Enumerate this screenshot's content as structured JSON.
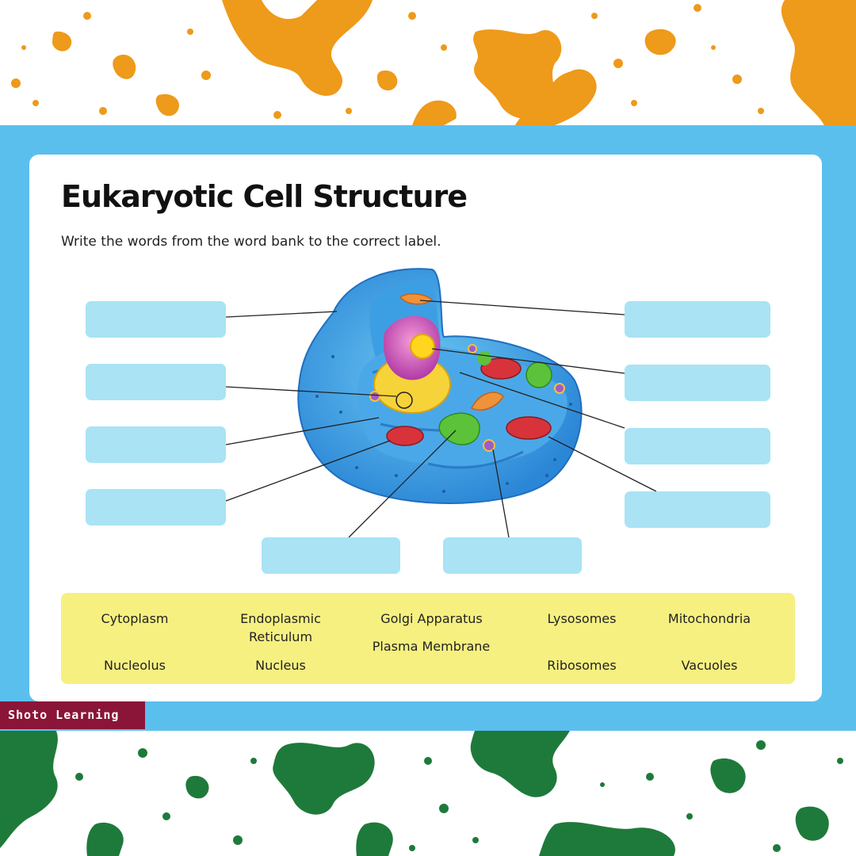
{
  "worksheet": {
    "title": "Eukaryotic Cell Structure",
    "instructions": "Write the words from the word bank to the correct label."
  },
  "label_boxes": {
    "left": [
      "",
      "",
      "",
      ""
    ],
    "right": [
      "",
      "",
      "",
      ""
    ],
    "bottom": [
      "",
      ""
    ]
  },
  "word_bank": {
    "row1": [
      "Cytoplasm",
      "Endoplasmic Reticulum",
      "Golgi Apparatus",
      "Lysosomes",
      "Mitochondria"
    ],
    "row2": [
      "Nucleolus",
      "Nucleus",
      "Plasma Membrane",
      "Ribosomes",
      "Vacuoles"
    ]
  },
  "branding": {
    "text": "Shoto Learning"
  },
  "colors": {
    "band": "#5bbfee",
    "label_box": "#a9e3f4",
    "word_bank": "#f6f081",
    "splatter_top": "#ee9a1a",
    "splatter_bottom": "#1e7a3a",
    "brand": "#8a1538"
  }
}
